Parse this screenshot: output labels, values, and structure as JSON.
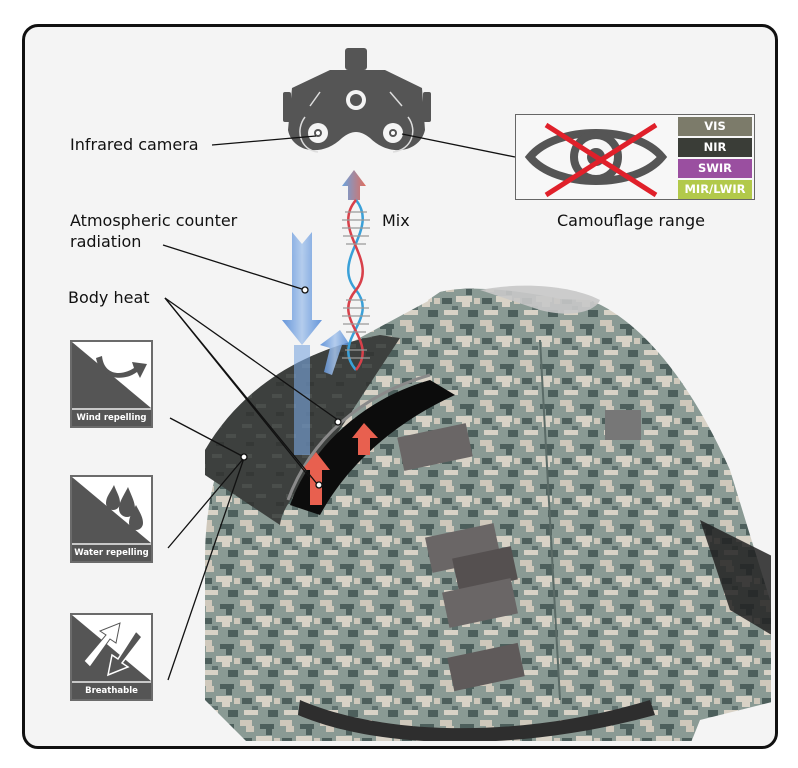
{
  "labels": {
    "infrared_camera": "Infrared camera",
    "atmospheric_line1": "Atmospheric counter",
    "atmospheric_line2": "radiation",
    "body_heat": "Body heat",
    "mix": "Mix",
    "camouflage_range": "Camouflage range"
  },
  "feature_icons": [
    {
      "name": "wind-repelling",
      "caption": "Wind repelling"
    },
    {
      "name": "water-repelling",
      "caption": "Water repelling"
    },
    {
      "name": "breathable",
      "caption": "Breathable"
    }
  ],
  "spectrum_bands": [
    {
      "label": "VIS",
      "color": "#7c7b6a"
    },
    {
      "label": "NIR",
      "color": "#3a3d37"
    },
    {
      "label": "SWIR",
      "color": "#9a4fa0"
    },
    {
      "label": "MIR/LWIR",
      "color": "#b2c94a"
    }
  ],
  "colors": {
    "frame_border": "#111111",
    "background": "#f4f4f4",
    "icon_gray": "#555555",
    "cross_red": "#e0202a",
    "atmospheric_blue": "#6a9fdc",
    "heat_red": "#e8604f",
    "camo_light": "#cfc8bb",
    "camo_mid": "#8a9a94",
    "camo_dark": "#4d5f5c"
  }
}
